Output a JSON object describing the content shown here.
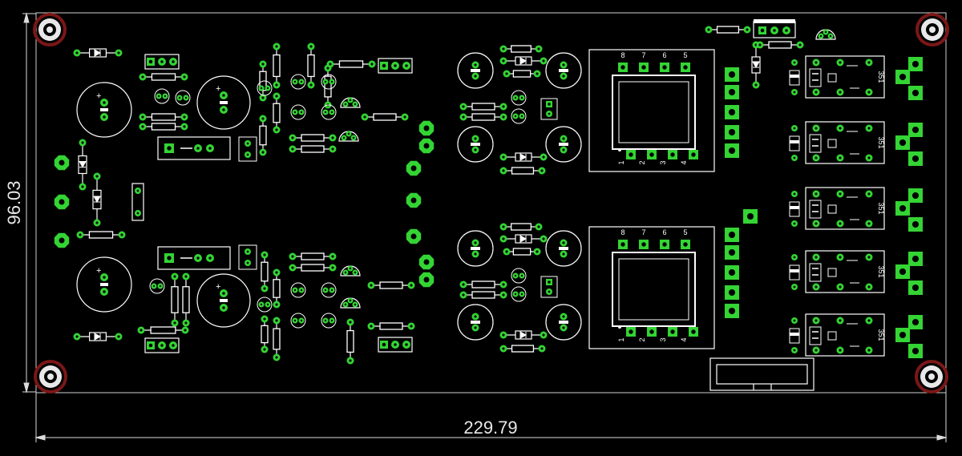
{
  "board": {
    "colors": {
      "background": "#000000",
      "silkscreen": "#ffffff",
      "pad": "#33d433",
      "mount_hole": "#8b1a1a",
      "dimension": "#e0e0e0"
    },
    "dimensions": {
      "width_label": "229.79",
      "height_label": "96.03"
    },
    "transformers": [
      {
        "top_pins": [
          "8",
          "7",
          "6",
          "5"
        ],
        "bottom_pins": [
          "1",
          "2",
          "3",
          "4"
        ]
      },
      {
        "top_pins": [
          "8",
          "7",
          "6",
          "5"
        ],
        "bottom_pins": [
          "1",
          "2",
          "3",
          "4"
        ]
      }
    ],
    "relay_label": "351",
    "relay_count": 5
  }
}
